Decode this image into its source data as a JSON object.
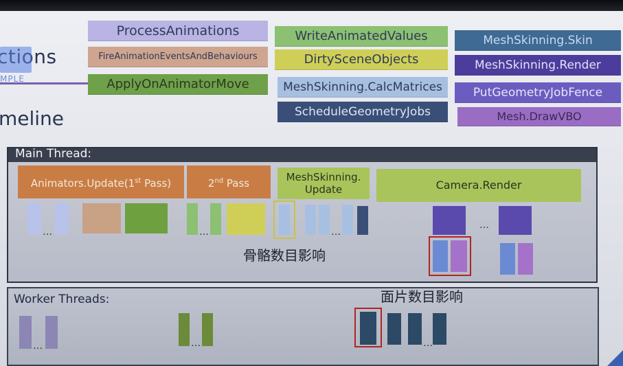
{
  "header": {
    "title_partial": "ctions",
    "sub_partial": "MPLE",
    "timeline_partial": "meline"
  },
  "legend": [
    {
      "id": "process-animations",
      "label": "ProcessAnimations",
      "color": "#b9b4e4"
    },
    {
      "id": "fire-events",
      "label": "FireAnimationEventsAndBehaviours",
      "color": "#cfa590"
    },
    {
      "id": "apply-animator-move",
      "label": "ApplyOnAnimatorMove",
      "color": "#6fa04a"
    },
    {
      "id": "write-animated-values",
      "label": "WriteAnimatedValues",
      "color": "#8cc072"
    },
    {
      "id": "dirty-scene-objects",
      "label": "DirtySceneObjects",
      "color": "#cfcf58"
    },
    {
      "id": "calc-matrices",
      "label": "MeshSkinning.CalcMatrices",
      "color": "#a7c0e2"
    },
    {
      "id": "schedule-geometry-jobs",
      "label": "ScheduleGeometryJobs",
      "color": "#3a4f78"
    },
    {
      "id": "mesh-skin",
      "label": "MeshSkinning.Skin",
      "color": "#3e6a94"
    },
    {
      "id": "mesh-render",
      "label": "MeshSkinning.Render",
      "color": "#4c3d9c"
    },
    {
      "id": "geometry-fence",
      "label": "PutGeometryJobFence",
      "color": "#6b5cc0"
    },
    {
      "id": "draw-vbo",
      "label": "Mesh.DrawVBO",
      "color": "#9a6cc4"
    }
  ],
  "main_thread": {
    "label": "Main Thread:",
    "phases": [
      {
        "id": "animators-update",
        "label": "Animators.Update(1",
        "sup": "st",
        "label_after": " Pass)"
      },
      {
        "id": "second-pass",
        "label": "2",
        "sup": "nd",
        "label_after": " Pass"
      },
      {
        "id": "meshskinning-update",
        "label_line1": "MeshSkinning.",
        "label_line2": "Update"
      },
      {
        "id": "camera-render",
        "label": "Camera.Render"
      }
    ],
    "ellipsis": "…",
    "note": "骨骼数目影响"
  },
  "worker_threads": {
    "label": "Worker Threads:",
    "ellipsis": "…",
    "note": "面片数目影响"
  },
  "colors": {
    "panel_border": "#2e3444",
    "phase_orange": "#c97d45",
    "phase_green": "#a9c45a",
    "highlight_red": "#b32424"
  }
}
